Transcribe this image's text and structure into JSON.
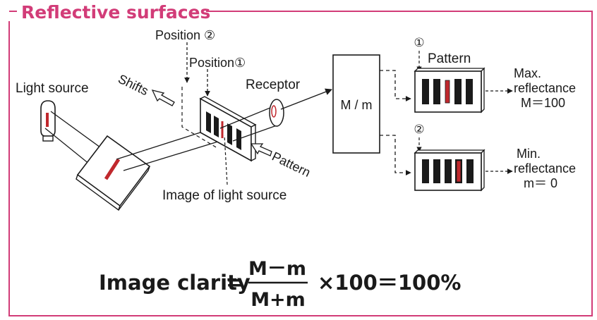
{
  "header": {
    "title": "Reflective surfaces"
  },
  "diagram": {
    "light_source": "Light source",
    "position_2": "Position ②",
    "position_1": "Position①",
    "shifts": "Shifts",
    "receptor": "Receptor",
    "pattern_label": "Pattern",
    "image_of_light_source": "Image of light source",
    "processor": "M / m",
    "marker_1": "①",
    "marker_2": "②",
    "pattern_top": "Pattern",
    "max_label_1": "Max.",
    "max_label_2": "reflectance",
    "max_label_3": "M＝100",
    "min_label_1": "Min.",
    "min_label_2": "reflectance",
    "min_label_3": "m＝ 0"
  },
  "formula": {
    "lhs": "Image clarity",
    "equals": "=",
    "numerator": "M－m",
    "denominator": "M+m",
    "rhs": "×100＝100%"
  },
  "colors": {
    "accent": "#d23c78",
    "highlight": "#c0282d",
    "ink": "#1a1a1a"
  }
}
